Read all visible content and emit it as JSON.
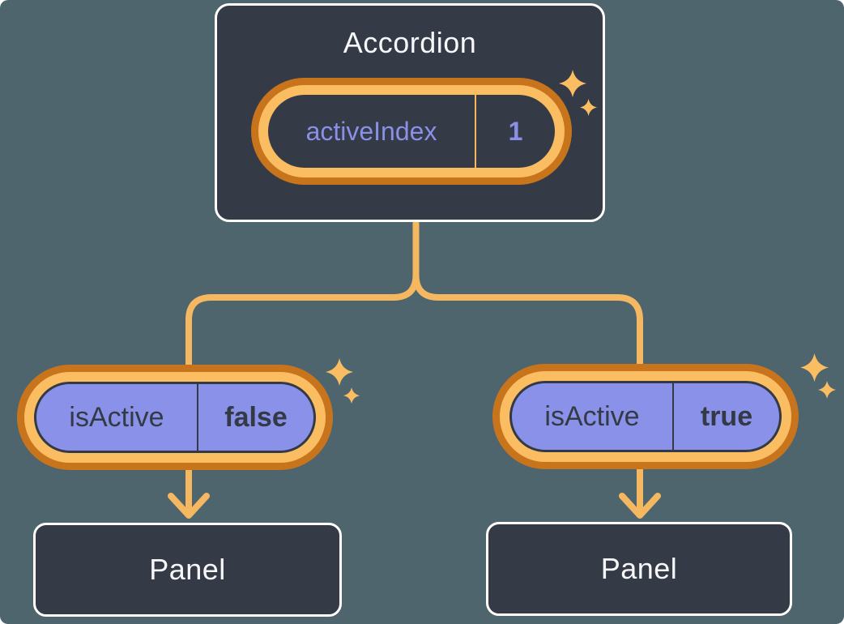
{
  "diagram": {
    "root": {
      "title": "Accordion",
      "state": {
        "label": "activeIndex",
        "value": "1"
      }
    },
    "children": [
      {
        "prop": {
          "label": "isActive",
          "value": "false"
        },
        "panel": {
          "title": "Panel"
        }
      },
      {
        "prop": {
          "label": "isActive",
          "value": "true"
        },
        "panel": {
          "title": "Panel"
        }
      }
    ]
  },
  "icons": {
    "sparkle": "sparkle-icon"
  },
  "colors": {
    "background": "#4E656E",
    "node_fill": "#343A46",
    "node_border": "#FFFFFF",
    "ring_dark": "#C8741D",
    "ring_light": "#FABD62",
    "accent_orange": "#F5B860",
    "purple_fill": "#8A91E8",
    "text_dark": "#333A45",
    "text_light": "#F6F7F9",
    "text_purple": "#8A90E8"
  }
}
